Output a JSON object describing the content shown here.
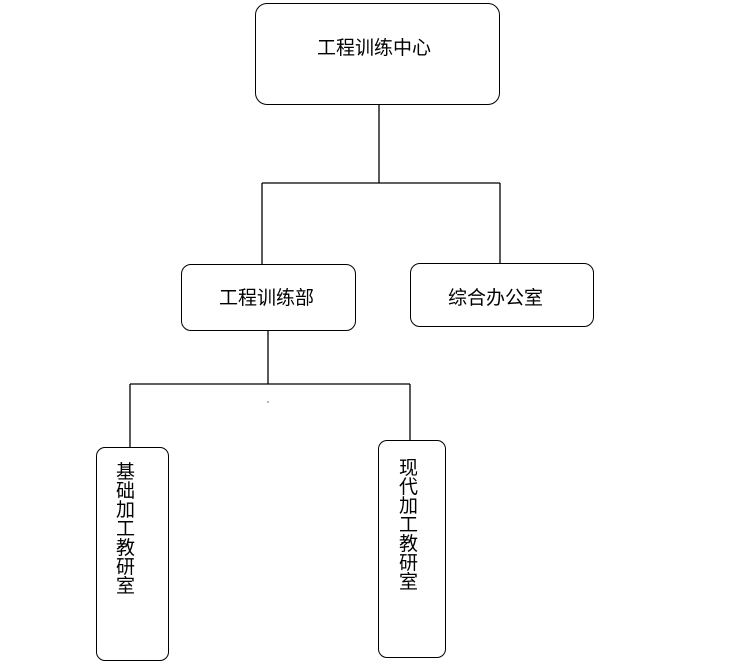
{
  "org_chart": {
    "root": {
      "label": "工程训练中心"
    },
    "level2": [
      {
        "label": "工程训练部"
      },
      {
        "label": "综合办公室"
      }
    ],
    "level3": [
      {
        "label": "基础加工教研室"
      },
      {
        "label": "现代加工教研室"
      }
    ]
  },
  "colors": {
    "line": "#000000",
    "node_border": "#000000",
    "node_fill": "#ffffff",
    "text": "#000000"
  }
}
